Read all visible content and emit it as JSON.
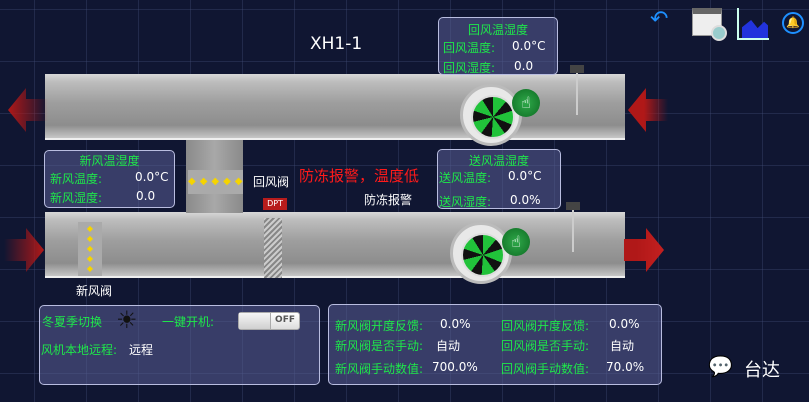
{
  "title": "XH1-1",
  "return_air": {
    "heading": "回风温湿度",
    "temp_label": "回风温度:",
    "temp_value": "0.0°C",
    "hum_label": "回风湿度:",
    "hum_value": "0.0"
  },
  "fresh_air": {
    "heading": "新风温湿度",
    "temp_label": "新风温度:",
    "temp_value": "0.0°C",
    "hum_label": "新风湿度:",
    "hum_value": "0.0"
  },
  "supply_air": {
    "heading": "送风温湿度",
    "temp_label": "送风温度:",
    "temp_value": "0.0°C",
    "hum_label": "送风湿度:",
    "hum_value": "0.0%"
  },
  "labels": {
    "return_damper": "回风阀",
    "fresh_damper": "新风阀",
    "freeze_alarm_msg": "防冻报警，温度低",
    "freeze_alarm": "防冻报警",
    "dpt": "DPT"
  },
  "controls": {
    "season_label": "冬夏季切换",
    "power_label": "一键开机:",
    "power_state": "OFF",
    "local_remote_label": "风机本地远程:",
    "local_remote_value": "远程"
  },
  "status": {
    "fresh_fb_label": "新风阀开度反馈:",
    "fresh_fb_value": "0.0%",
    "return_fb_label": "回风阀开度反馈:",
    "return_fb_value": "0.0%",
    "fresh_manual_label": "新风阀是否手动:",
    "fresh_manual_value": "自动",
    "return_manual_label": "回风阀是否手动:",
    "return_manual_value": "自动",
    "fresh_set_label": "新风阀手动数值:",
    "fresh_set_value": "700.0%",
    "return_set_label": "回风阀手动数值:",
    "return_set_value": "70.0%"
  },
  "watermark": "台达",
  "colors": {
    "label": "#1ee84a",
    "alarm": "#ff1a1a",
    "accent": "#1e90ff"
  }
}
